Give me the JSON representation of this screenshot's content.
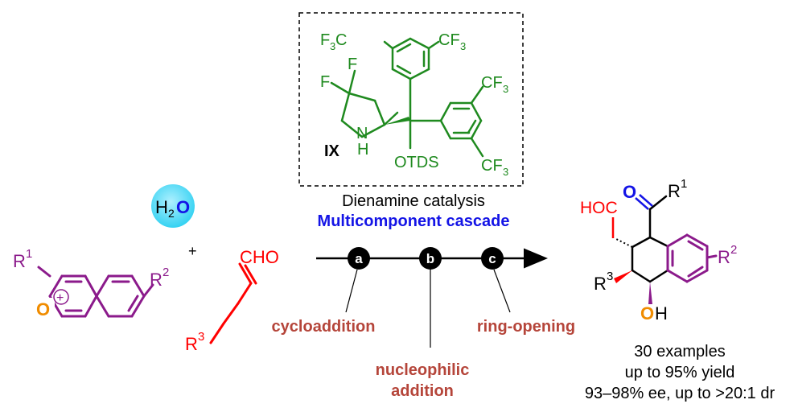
{
  "colors": {
    "purple": "#8b1a8b",
    "orange": "#f08c00",
    "red": "#ff0000",
    "green": "#1f8a1f",
    "blue": "#1414e6",
    "brown": "#b5453a",
    "black": "#000000",
    "cyan": "#35d2f2"
  },
  "pyrylium": {
    "r1": "R",
    "r1_sup": "1",
    "r2": "R",
    "r2_sup": "2",
    "oxygen": "O",
    "charge": "+"
  },
  "water": {
    "h": "H",
    "sub": "2",
    "o": "O"
  },
  "plus_sign": "+",
  "aldehyde": {
    "cho": "CHO",
    "r3": "R",
    "r3_sup": "3"
  },
  "catalyst": {
    "label": "IX",
    "cf3_top_left": "F",
    "cf3_top_right": "CF",
    "cf3_mid_right": "CF",
    "cf3_bottom_right": "CF",
    "sub3": "3",
    "f1": "F",
    "f2": "F",
    "nh_n": "N",
    "nh_h": "H",
    "otds": "OTDS"
  },
  "conditions": {
    "catalysis": "Dienamine catalysis",
    "cascade": "Multicomponent cascade"
  },
  "steps": [
    {
      "key": "a",
      "label": "cycloaddition"
    },
    {
      "key": "b",
      "label_line1": "nucleophilic",
      "label_line2": "addition"
    },
    {
      "key": "c",
      "label": "ring-opening"
    }
  ],
  "product": {
    "hoc": "HOC",
    "o": "O",
    "r1": "R",
    "r1_sup": "1",
    "r2": "R",
    "r2_sup": "2",
    "r3": "R",
    "r3_sup": "3",
    "oh_o": "O",
    "oh_h": "H"
  },
  "results": {
    "line1": "30 examples",
    "line2": "up to 95% yield",
    "line3": "93–98% ee, up to >20:1 dr"
  }
}
